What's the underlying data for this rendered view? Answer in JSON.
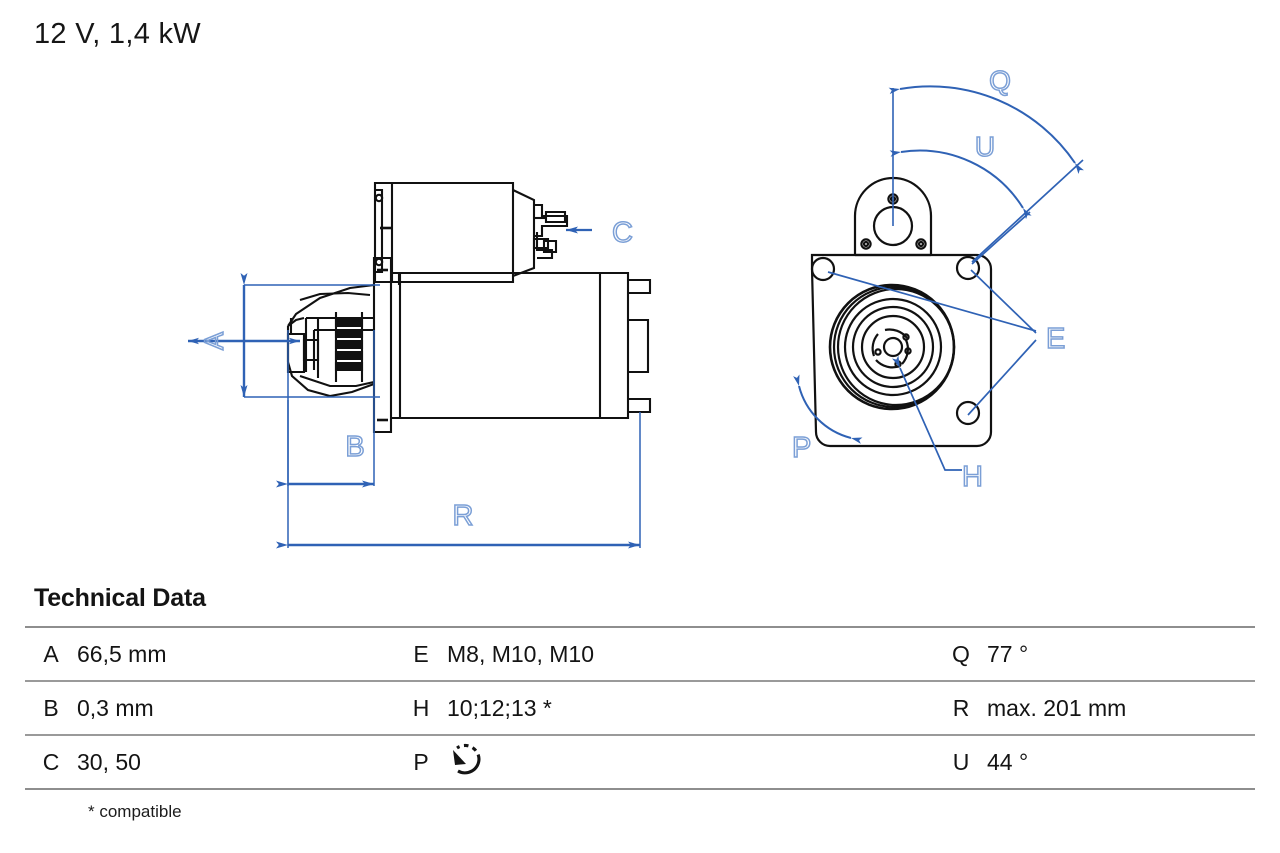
{
  "page": {
    "title": "12 V, 1,4 kW"
  },
  "drawing": {
    "labels": {
      "a": "A",
      "b": "B",
      "c": "C",
      "r": "R",
      "e": "E",
      "h": "H",
      "p": "P",
      "q": "Q",
      "u": "U"
    },
    "colors": {
      "dimension_line": "#2f62b5",
      "dimension_label": "#7b9fd6",
      "outline": "#111111"
    },
    "views": [
      {
        "name": "side-view",
        "description": "starter motor side elevation with solenoid, pinion drive and commutator end"
      },
      {
        "name": "end-view",
        "description": "drive end face view with mounting flange, fixing holes and pinion"
      }
    ]
  },
  "tech": {
    "heading": "Technical Data",
    "footnote": "* compatible",
    "rows": [
      {
        "k1": "A",
        "v1": "66,5 mm",
        "k2": "E",
        "v2": "M8, M10, M10",
        "k3": "Q",
        "v3": "77 °"
      },
      {
        "k1": "B",
        "v1": "0,3 mm",
        "k2": "H",
        "v2": "10;12;13 *",
        "k3": "R",
        "v3": "max. 201 mm"
      },
      {
        "k1": "C",
        "v1": "30, 50",
        "k2": "P",
        "v2": "",
        "k3": "U",
        "v3": "44 °"
      }
    ],
    "p_symbol": "rotation-counterclockwise-icon"
  }
}
